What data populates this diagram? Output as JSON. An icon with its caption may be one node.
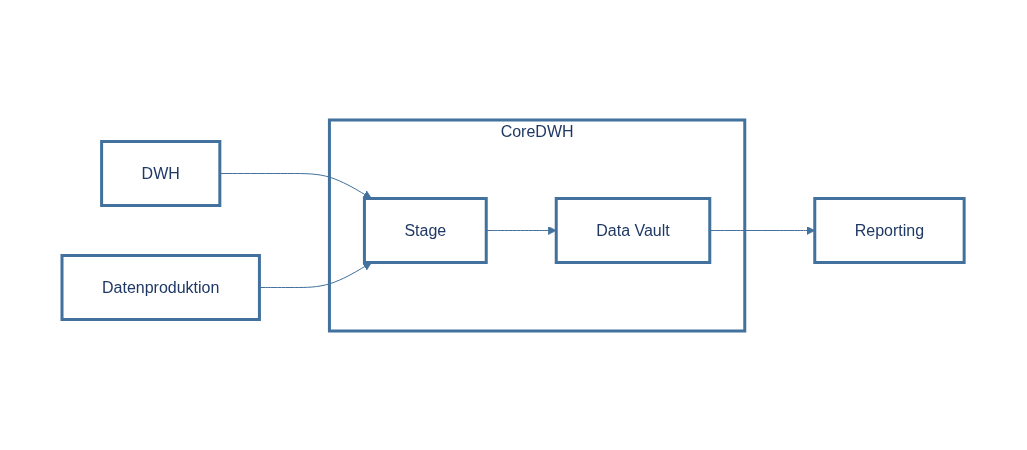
{
  "diagram": {
    "nodes": [
      {
        "text": [
          "Datenproduktion"
        ]
      },
      {
        "text": [
          "DWH"
        ]
      },
      {
        "text": [
          "Reporting"
        ]
      },
      {
        "text": [
          "CoreDWH"
        ]
      },
      {
        "text": [
          "Stage"
        ],
        "in": 3
      },
      {
        "text": [
          "Data Vault"
        ],
        "in": 3
      }
    ],
    "edges": [
      {
        "from": 1,
        "to": 4,
        "arrow": "to"
      },
      {
        "from": 0,
        "to": 4,
        "arrow": "to"
      },
      {
        "from": 4,
        "to": 5,
        "arrow": "to"
      },
      {
        "from": 5,
        "to": 2,
        "arrow": "to"
      }
    ]
  }
}
